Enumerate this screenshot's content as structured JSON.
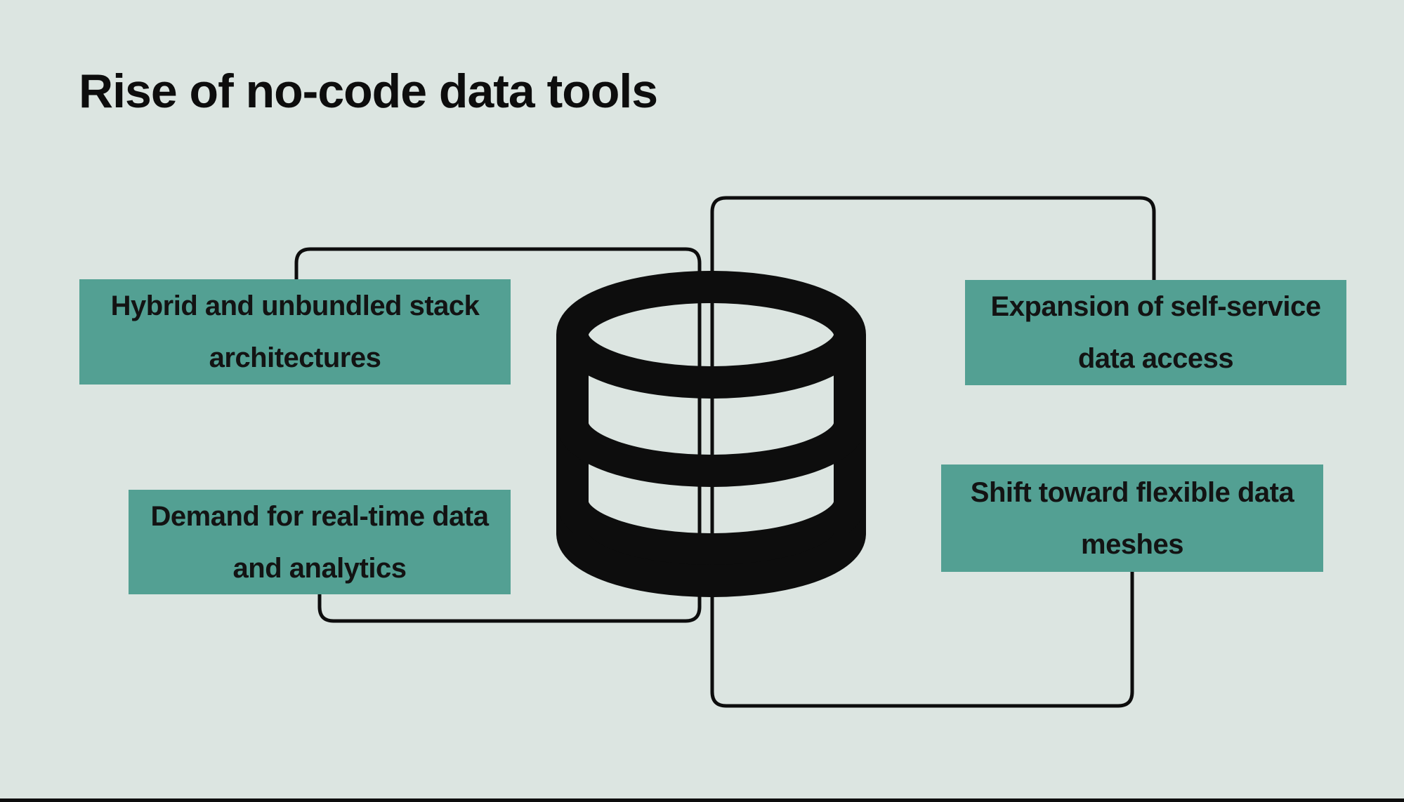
{
  "title": "Rise of no-code data tools",
  "colors": {
    "background": "#dce5e1",
    "accent": "#53a093",
    "ink": "#0d0d0d",
    "text": "#131313"
  },
  "diagram": {
    "center_icon": {
      "name": "database-icon"
    },
    "nodes": [
      {
        "id": "hybrid",
        "line1": "Hybrid and unbundled stack",
        "line2": "architectures"
      },
      {
        "id": "demand",
        "line1": "Demand for real-time data",
        "line2": "and analytics"
      },
      {
        "id": "expansion",
        "line1": "Expansion of self-service",
        "line2": "data access"
      },
      {
        "id": "shift",
        "line1": "Shift toward flexible data",
        "line2": "meshes"
      }
    ]
  }
}
